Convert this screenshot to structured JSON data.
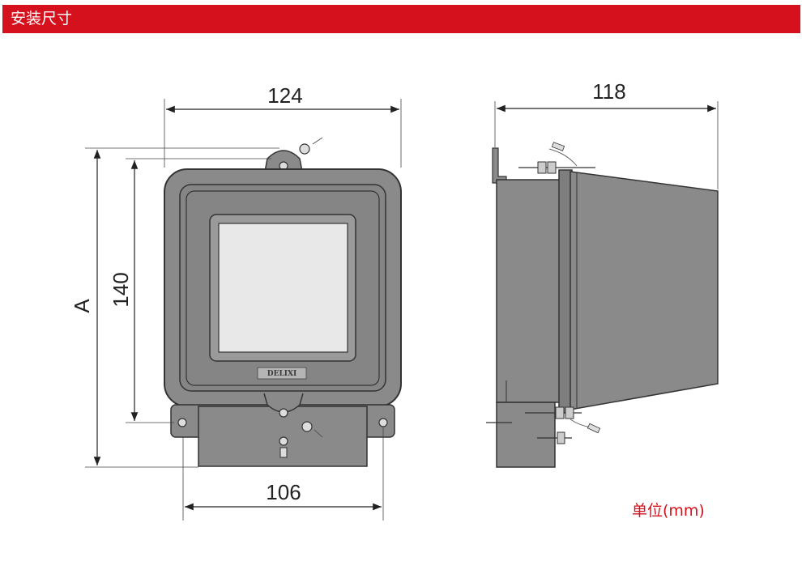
{
  "header": {
    "title": "安装尺寸"
  },
  "dimensions": {
    "front_width": "124",
    "front_height": "140",
    "front_total_height": "A",
    "front_bottom_width": "106",
    "side_depth": "118"
  },
  "brand": {
    "label": "DELIXI"
  },
  "units": {
    "label": "单位(mm)"
  },
  "colors": {
    "accent": "#d4111c",
    "body": "#8a8a8a",
    "body_dark": "#707070",
    "window": "#e8e8e8"
  }
}
